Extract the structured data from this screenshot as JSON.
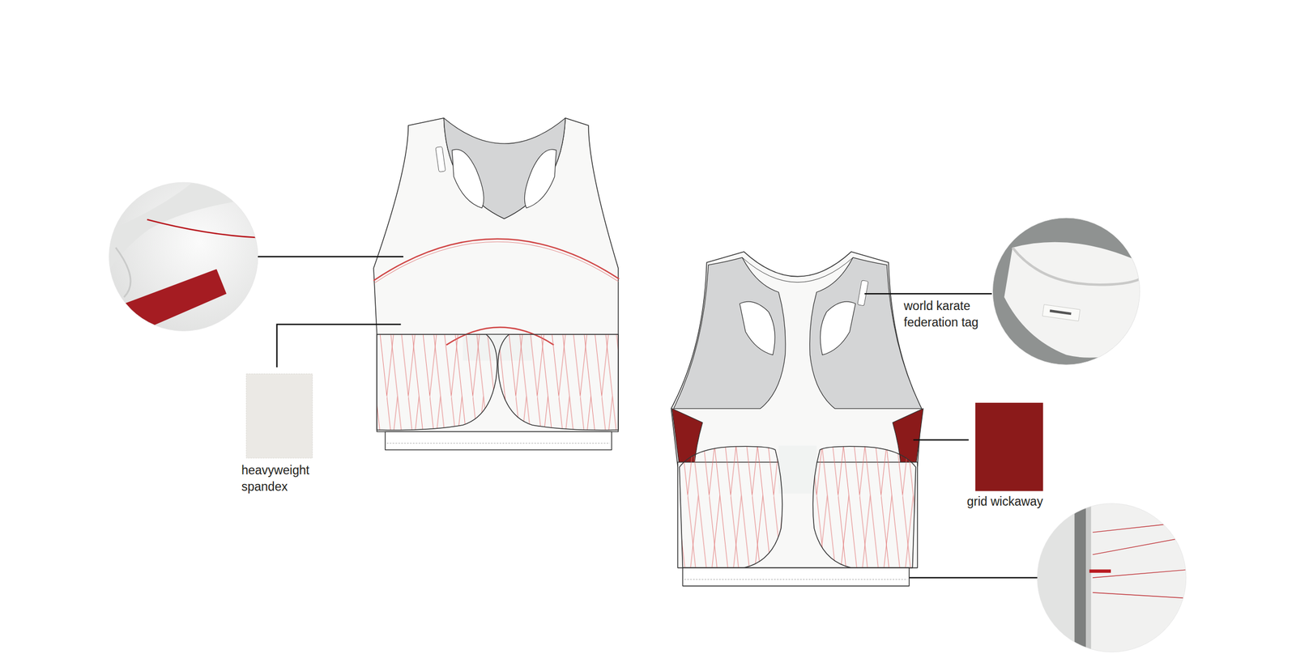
{
  "diagram": {
    "labels": [
      "heavyweight spandex",
      "world karate federation tag",
      "grid wickaway"
    ]
  }
}
